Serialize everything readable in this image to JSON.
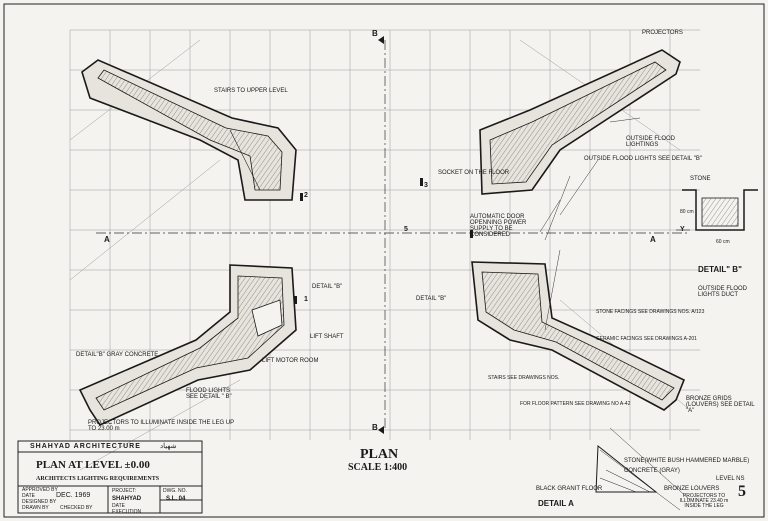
{
  "labels": {
    "stairs_upper": "STAIRS TO UPPER LEVEL",
    "projectors_top": "PROJECTORS",
    "outside_flood_lightings": "OUTSIDE FLOOD LIGHTINGS",
    "outside_flood_detail_b": "OUTSIDE FLOOD LIGHTS SEE DETAIL \"B\"",
    "socket_floor": "SOCKET ON THE FLOOR",
    "auto_door": "AUTOMATIC DOOR OPENNING POWER SUPPLY TO BE CONSIDERED",
    "stone": "STONE",
    "detail_b_title": "DETAIL\" B\"",
    "outside_flood_duct": "OUTSIDE FLOOD LIGHTS DUCT",
    "detail_b_left": "DETAIL \"B\"",
    "detail_b_center": "DETAIL \"B\"",
    "lift_shaft": "LIFT SHAFT",
    "detail_b_gray": "DETAIL\"B\"    GRAY CONCRETE",
    "lift_motor": "LIFT MOTOR ROOM",
    "flood_lights": "FLOOD LIGHTS SEE DETAIL \" B\"",
    "projectors_leg": "PROJECTORS TO ILLUMINATE INSIDE THE LEG  UP TO 23.00 m",
    "stone_facings": "STONE FACINGS SEE DRAWINGS NOS. A/123",
    "ceramic_facings": "CERAMIC FACINGS SEE DRAWINGS A-201",
    "stairs_see": "STAIRS SEE DRAWINGS NOS.",
    "floor_pattern": "FOR FLOOR PATTERN SEE DRAWING NO A-42",
    "bronze_grids": "BRONZE GRIDS (LOUVERS) SEE DETAIL \"A\"",
    "plan_title": "PLAN",
    "plan_scale": "SCALE 1:400",
    "stone_white": "STONE(WHITE BUSH HAMMERED MARBLE)",
    "concrete_gray": "CONCRETE (GRAY)",
    "level_ns": "LEVEL NS",
    "black_granit": "BLACK GRANIT FLOOR",
    "bronze_louvers": "BRONZE LOUVERS",
    "detail_a": "DETAIL A",
    "projectors_illum": "PROJECTORS TO ILLUMINATE 23.40 m INSIDE THE LEG",
    "dim_80cm": "80 cm",
    "dim_60cm": "60 cm"
  },
  "markers": {
    "b_top": "B",
    "b_bottom": "B",
    "a_left": "A",
    "a_right": "A",
    "num_5": "5",
    "num_1": "1",
    "num_3": "3",
    "num_2": "2",
    "y": "Y"
  },
  "title_block": {
    "firm": "SHAHYAD ARCHITECTURE",
    "subtitle_arabic": "شهیاد",
    "title": "PLAN  AT  LEVEL  ±0.00",
    "subtitle": "ARCHITECTS   LIGHTING   REQUIREMENTS",
    "approved_by": "APPROVED BY",
    "date_label": "DATE",
    "date": "DEC. 1969",
    "designed_by": "DESIGNED BY",
    "drawn_by": "DRAWN BY",
    "checked_by": "CHECKED BY",
    "project_label": "PROJECT:",
    "project": "SHAHYAD",
    "drg_label": "DWG. NO.",
    "drg_no": "S.L. 04",
    "date2_label": "DATE",
    "execution": "EXECUTION",
    "sheet_no": "5"
  }
}
